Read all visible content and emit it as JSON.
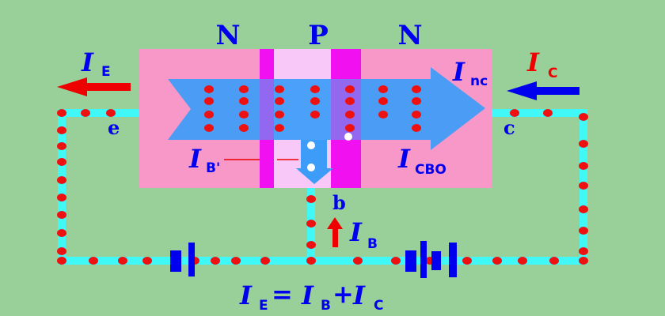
{
  "regions": {
    "emitter": "N",
    "base": "P",
    "collector": "N"
  },
  "terminals": {
    "emitter": "e",
    "collector": "c",
    "base": "b"
  },
  "currents": {
    "ie": {
      "symbol": "I",
      "sub": "E"
    },
    "ic": {
      "symbol": "I",
      "sub": "C"
    },
    "inc": {
      "symbol": "I",
      "sub": "nc"
    },
    "ib_prime": {
      "symbol": "I",
      "sub": "B'"
    },
    "icbo": {
      "symbol": "I",
      "sub": "CBO"
    },
    "ib": {
      "symbol": "I",
      "sub": "B"
    }
  },
  "equation": {
    "i1": "I",
    "s1": "E",
    "eq": "=",
    "i2": "I",
    "s2": "B",
    "plus": "+",
    "i3": "I",
    "s3": "C"
  },
  "colors": {
    "background": "#99d099",
    "region_n": "#f898c8",
    "region_p": "#f8c8f8",
    "junction": "#f010f0",
    "flow_arrow": "#3c9cf8",
    "wire": "#40f8f8",
    "electron": "#ee1111",
    "hole": "#ffffff",
    "label": "#0000ee"
  }
}
